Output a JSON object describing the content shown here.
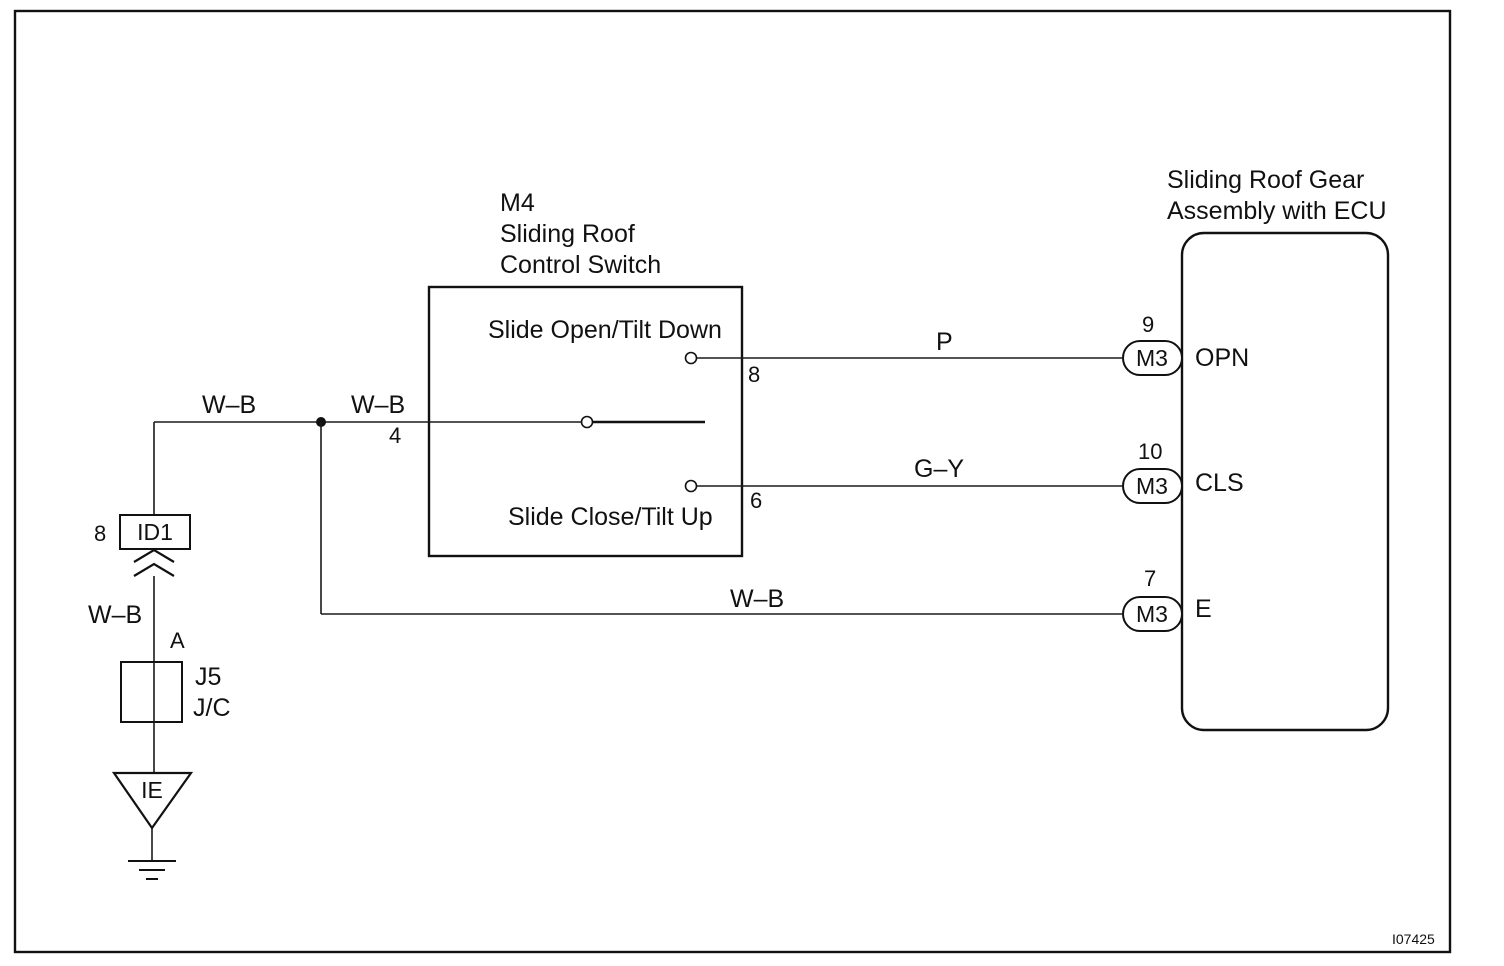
{
  "diagram": {
    "figure_id": "I07425",
    "switch": {
      "code": "M4",
      "name_line1": "Sliding Roof",
      "name_line2": "Control Switch",
      "contact_open": "Slide Open/Tilt Down",
      "contact_close": "Slide Close/Tilt Up",
      "pin_common": "4",
      "pin_open": "8",
      "pin_close": "6"
    },
    "ecu": {
      "name_line1": "Sliding Roof Gear",
      "name_line2": "Assembly with ECU",
      "terminals": [
        {
          "pin": "9",
          "connector": "M3",
          "signal": "OPN",
          "wire": "P"
        },
        {
          "pin": "10",
          "connector": "M3",
          "signal": "CLS",
          "wire": "G–Y"
        },
        {
          "pin": "7",
          "connector": "M3",
          "signal": "E",
          "wire": "W–B"
        }
      ]
    },
    "ground_side": {
      "wire_left": "W–B",
      "wire_switch": "W–B",
      "connector": "ID1",
      "connector_pin": "8",
      "wire_down": "W–B",
      "jc_pin": "A",
      "jc_code": "J5",
      "jc_name": "J/C",
      "ground_point": "IE"
    }
  }
}
